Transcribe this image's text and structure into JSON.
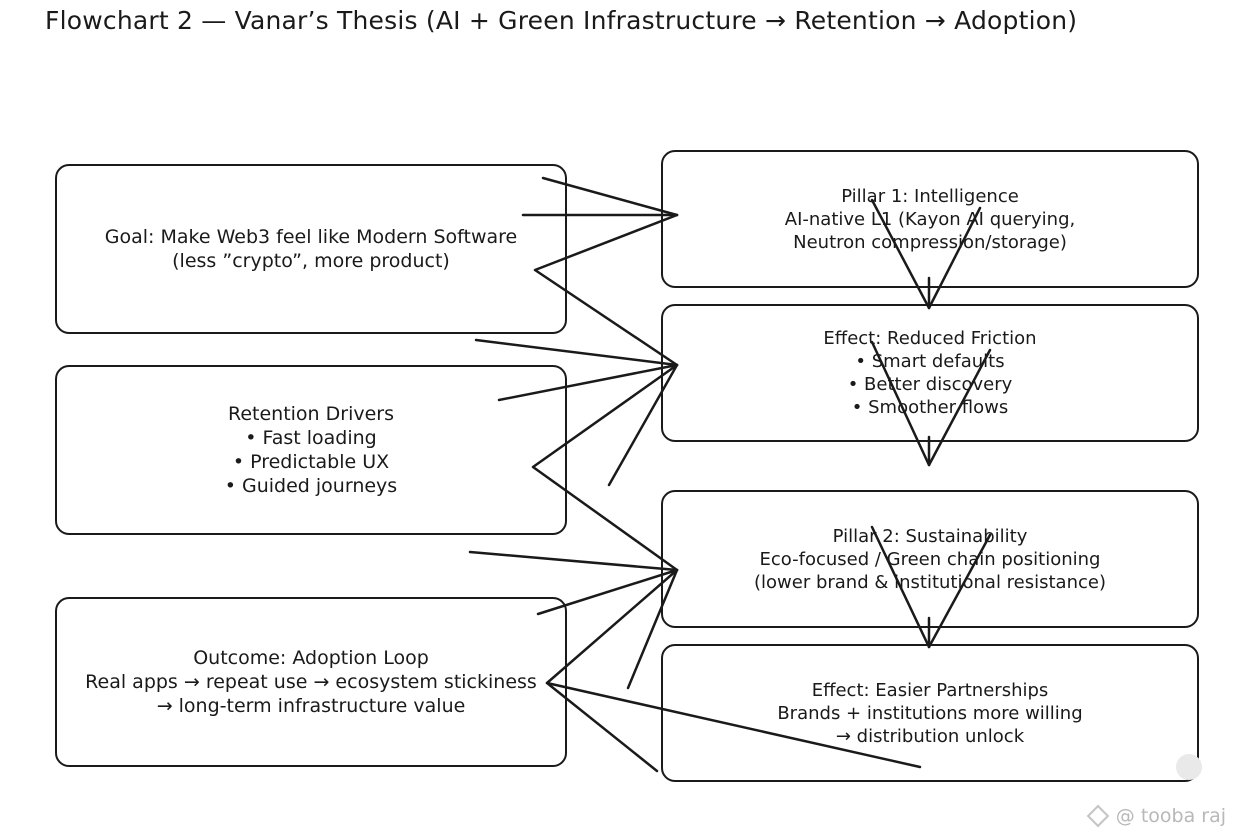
{
  "title": "Flowchart 2 — Vanar’s Thesis (AI + Green Infrastructure → Retention → Adoption)",
  "boxes": {
    "goal": {
      "lines": [
        "Goal: Make Web3 feel like Modern Software",
        "(less ”crypto”, more product)"
      ]
    },
    "retention": {
      "lines": [
        "Retention Drivers",
        "• Fast loading",
        "• Predictable UX",
        "• Guided journeys"
      ]
    },
    "outcome": {
      "lines": [
        "Outcome: Adoption Loop",
        "Real apps → repeat use → ecosystem stickiness",
        "→ long-term infrastructure value"
      ]
    },
    "pillar1": {
      "lines": [
        "Pillar 1: Intelligence",
        "AI-native L1 (Kayon AI querying,",
        "Neutron compression/storage)"
      ]
    },
    "effect1": {
      "lines": [
        "Effect: Reduced Friction",
        "• Smart defaults",
        "• Better discovery",
        "• Smoother flows"
      ]
    },
    "pillar2": {
      "lines": [
        "Pillar 2: Sustainability",
        "Eco-focused / Green chain positioning",
        "(lower brand & institutional resistance)"
      ]
    },
    "effect2": {
      "lines": [
        "Effect: Easier Partnerships",
        "Brands + institutions more willing",
        "→ distribution unlock"
      ]
    }
  },
  "watermark": {
    "text": "@ tooba raj"
  },
  "colors": {
    "stroke": "#1a1a1a",
    "background": "#ffffff",
    "watermark": "#b8b8b8"
  }
}
